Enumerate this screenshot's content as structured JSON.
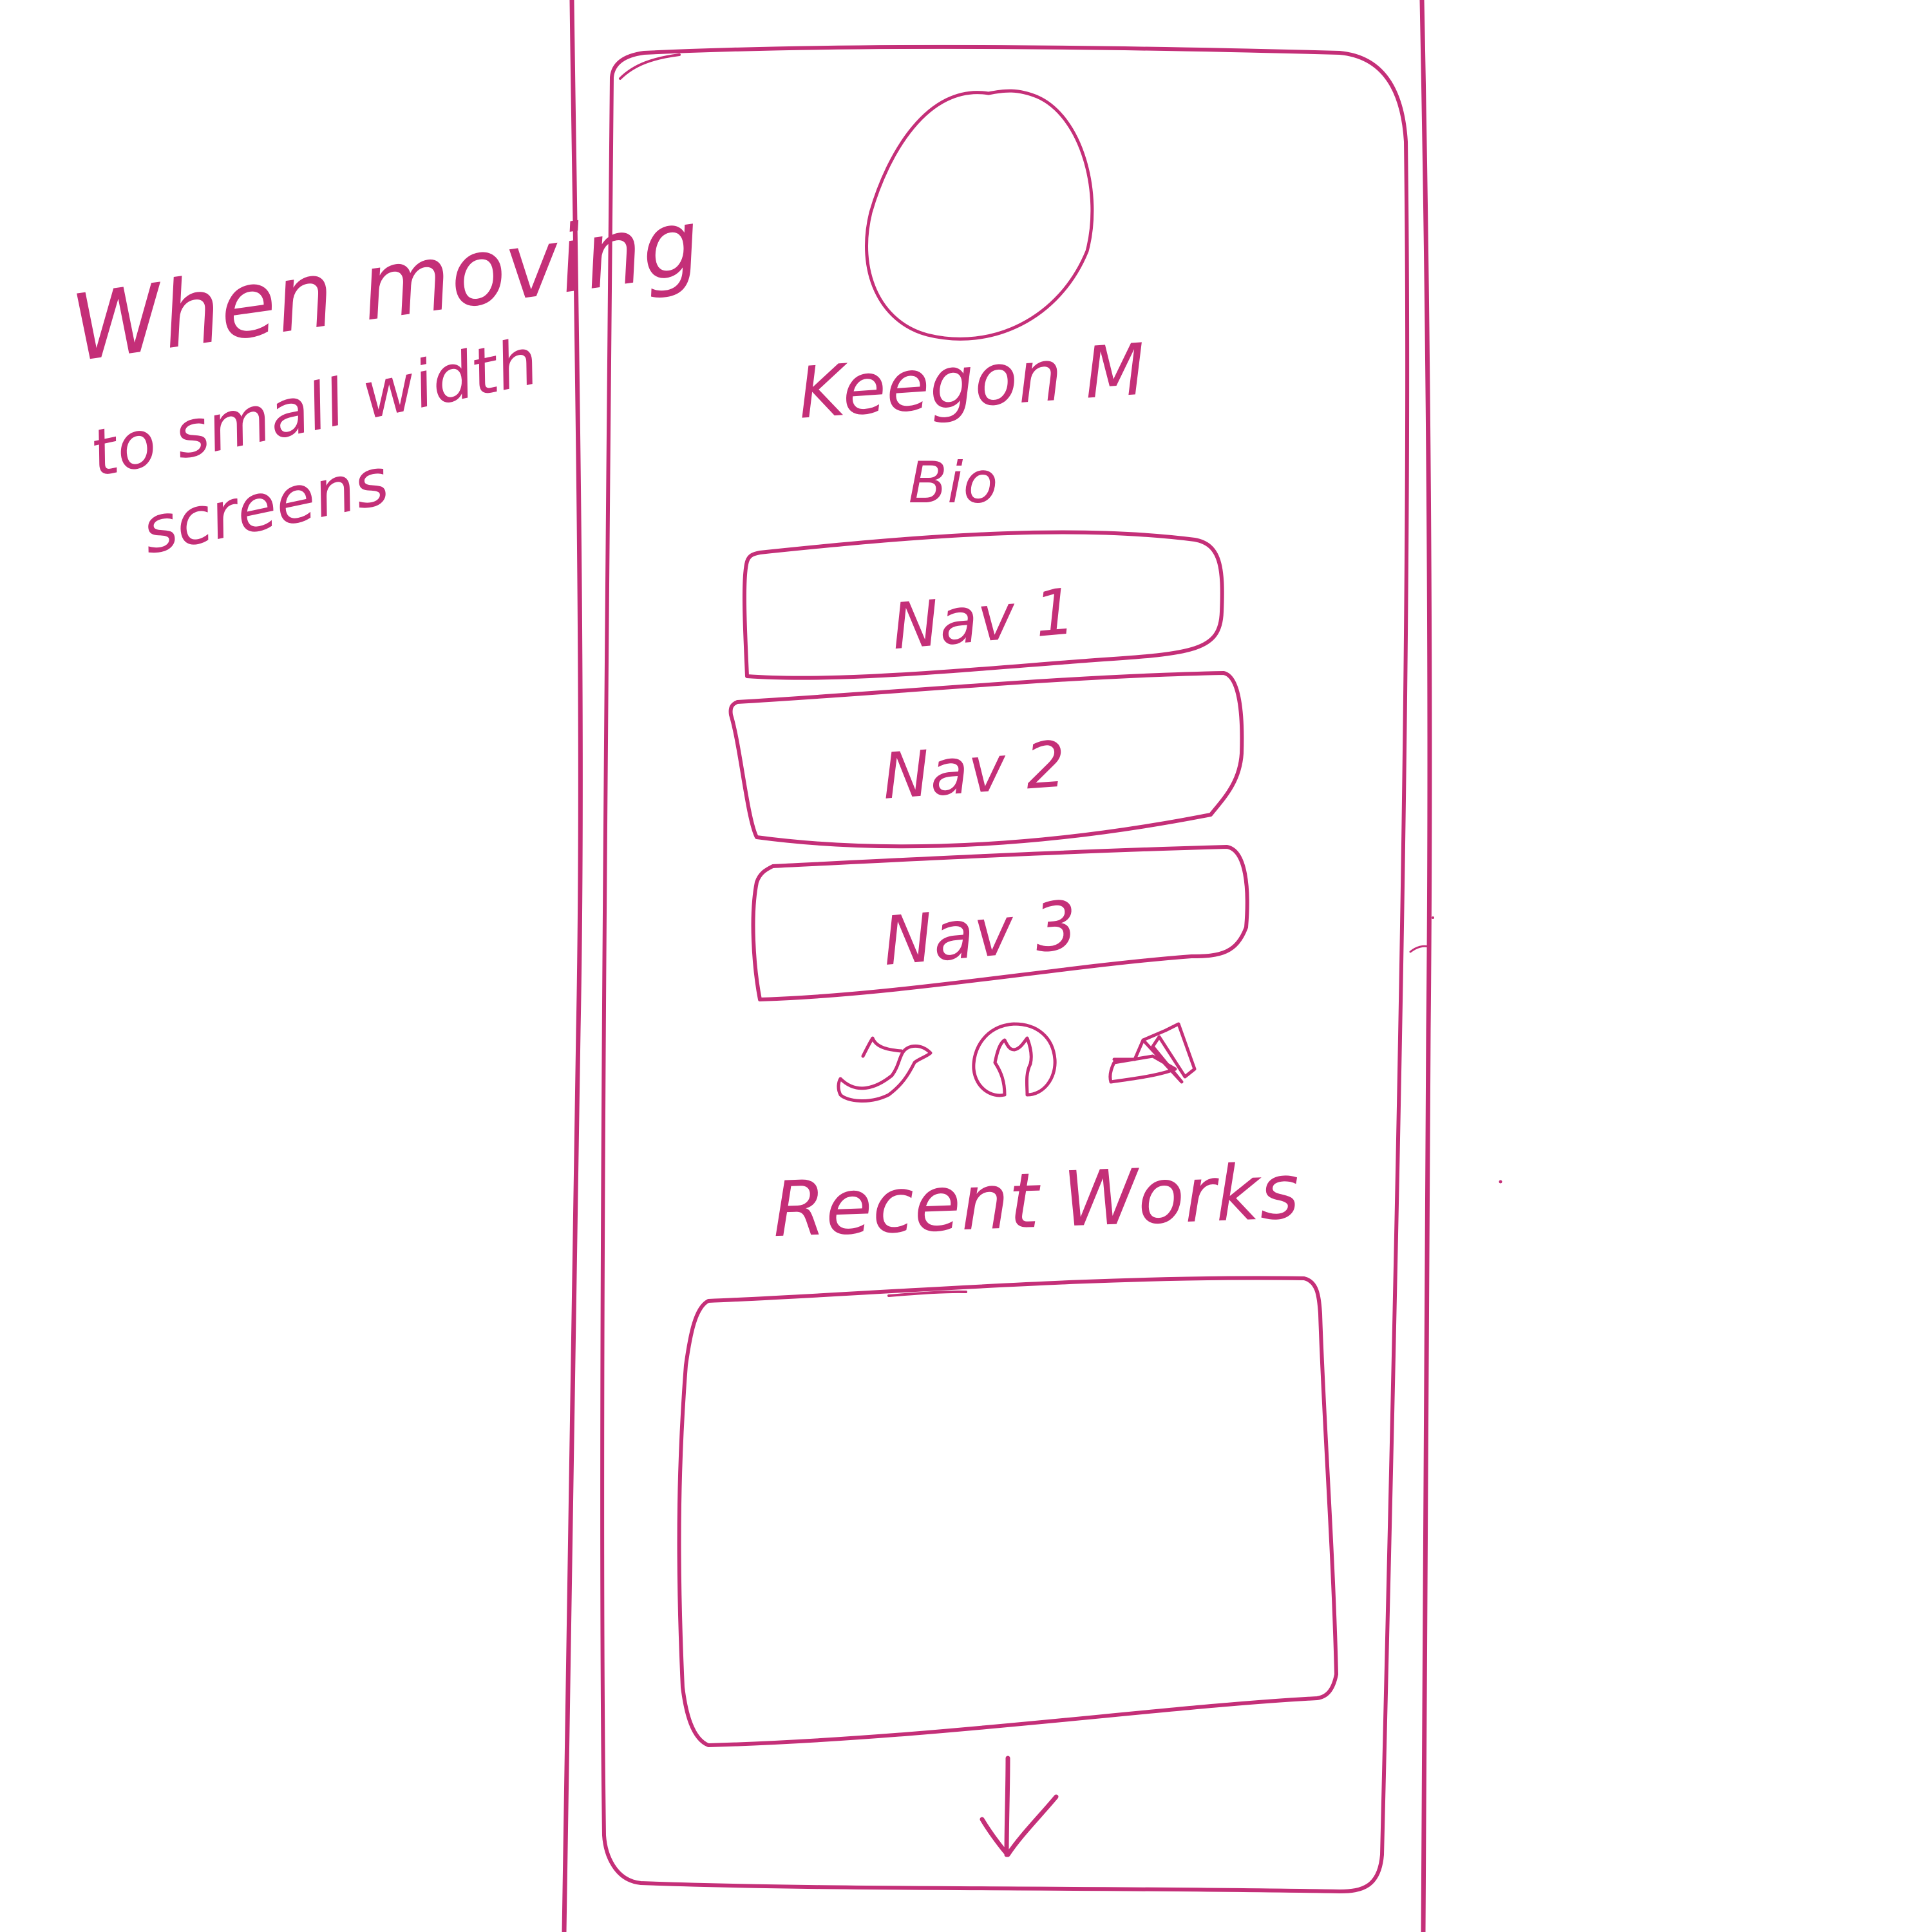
{
  "annotation": {
    "line1": "When moving",
    "line2": "to small width",
    "line3": "screens"
  },
  "profile": {
    "name": "Keegon M",
    "bio": "Bio"
  },
  "nav": {
    "items": [
      {
        "label": "Nav 1"
      },
      {
        "label": "Nav 2"
      },
      {
        "label": "Nav 3"
      }
    ]
  },
  "social": {
    "icons": [
      "twitter-icon",
      "github-icon",
      "artstation-icon"
    ]
  },
  "recent_works": {
    "heading": "Recent Works"
  },
  "scroll": {
    "icon": "down-arrow-icon"
  },
  "colors": {
    "ink": "#c42f78",
    "paper": "#ffffff"
  }
}
